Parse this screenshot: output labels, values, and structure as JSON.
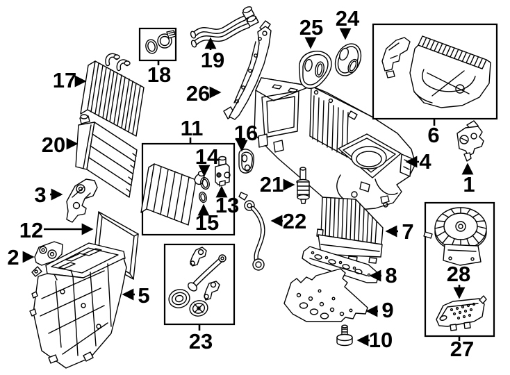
{
  "diagram": {
    "description": "Exploded parts diagram, air conditioner and heater evaporator components",
    "background_color": "#ffffff",
    "line_color": "#000000",
    "callouts": {
      "1": "1",
      "2": "2",
      "3": "3",
      "4": "4",
      "5": "5",
      "6": "6",
      "7": "7",
      "8": "8",
      "9": "9",
      "10": "10",
      "11": "11",
      "12": "12",
      "13": "13",
      "14": "14",
      "15": "15",
      "16": "16",
      "17": "17",
      "18": "18",
      "19": "19",
      "20": "20",
      "21": "21",
      "22": "22",
      "23": "23",
      "24": "24",
      "25": "25",
      "26": "26",
      "27": "27",
      "28": "28"
    }
  }
}
